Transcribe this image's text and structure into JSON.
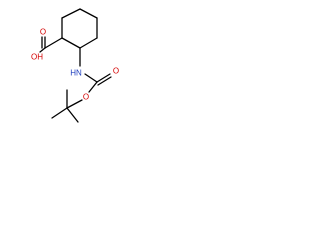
{
  "molecule": {
    "atoms": {
      "carboxyl_oh": "OH",
      "carboxyl_o": "O",
      "amide_nh": "HN",
      "carbamate_o_carbonyl": "O",
      "carbamate_o_ester": "O"
    },
    "colors": {
      "oxygen": "#d40000",
      "nitrogen": "#1f3fbf",
      "bond": "#000000",
      "background": "#ffffff"
    }
  }
}
